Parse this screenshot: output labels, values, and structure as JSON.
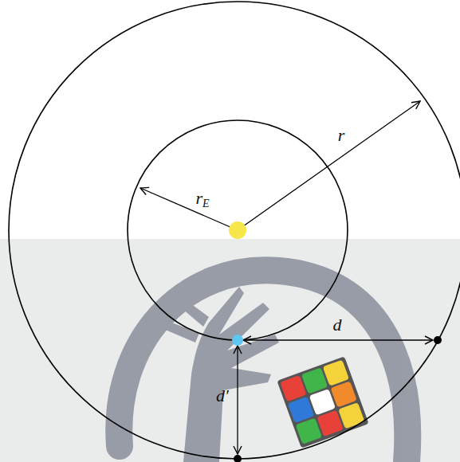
{
  "diagram": {
    "labels": [
      "rE",
      "r",
      "d",
      "d′"
    ]
  }
}
